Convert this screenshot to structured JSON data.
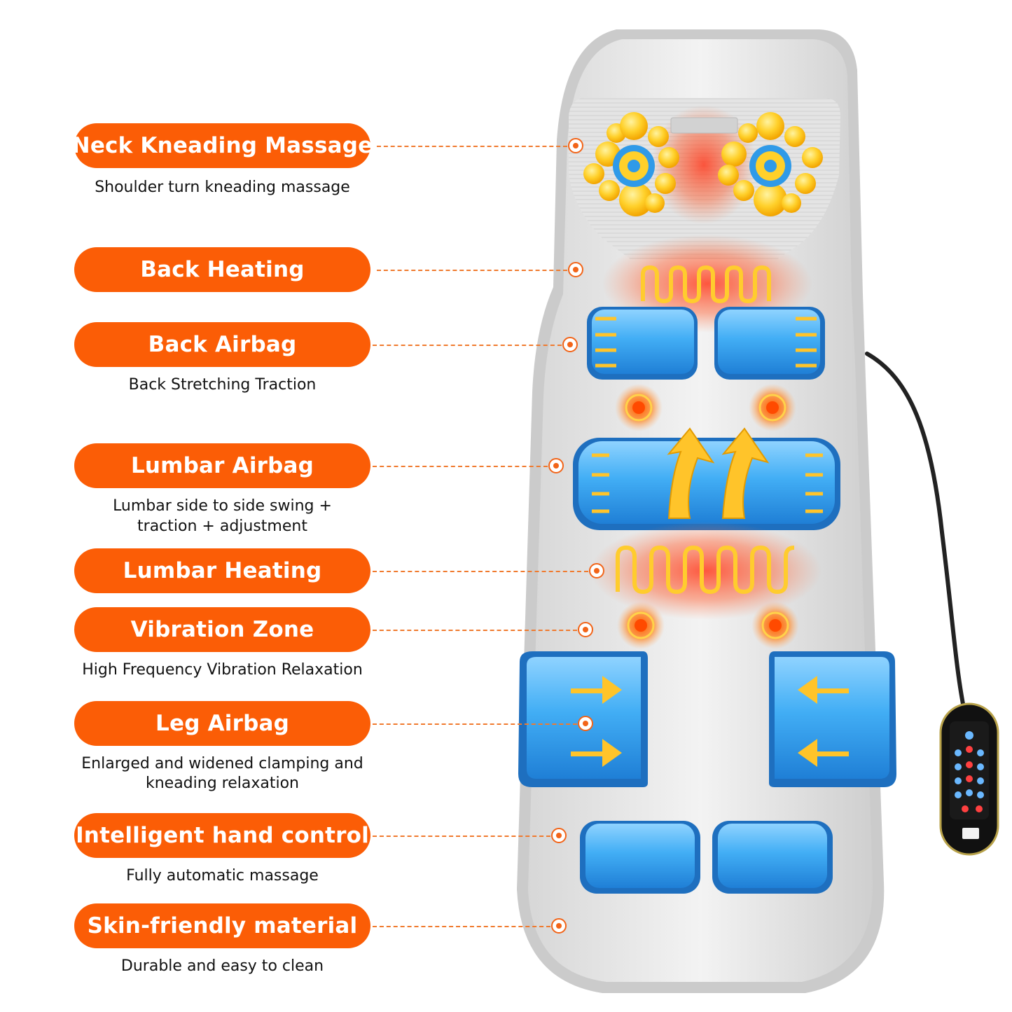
{
  "features": [
    {
      "title": "Neck Kneading Massage",
      "subtitle": [
        "Shoulder turn kneading massage"
      ],
      "icon": "target-icon"
    },
    {
      "title": "Back Heating",
      "subtitle": [],
      "icon": "target-icon"
    },
    {
      "title": "Back Airbag",
      "subtitle": [
        "Back Stretching Traction"
      ],
      "icon": "target-icon"
    },
    {
      "title": "Lumbar Airbag",
      "subtitle": [
        "Lumbar side to side swing +",
        "traction + adjustment"
      ],
      "icon": "target-icon"
    },
    {
      "title": "Lumbar Heating",
      "subtitle": [],
      "icon": "target-icon"
    },
    {
      "title": "Vibration Zone",
      "subtitle": [
        "High Frequency Vibration Relaxation"
      ],
      "icon": "target-icon"
    },
    {
      "title": "Leg Airbag",
      "subtitle": [
        "Enlarged and widened clamping and",
        "kneading relaxation"
      ],
      "icon": "target-icon"
    },
    {
      "title": "Intelligent hand control",
      "subtitle": [
        "Fully automatic massage"
      ],
      "icon": "target-icon"
    },
    {
      "title": "Skin-friendly material",
      "subtitle": [
        "Durable and easy to clean"
      ],
      "icon": "target-icon"
    }
  ],
  "colors": {
    "accent": "#fb5d06",
    "airbag": "#3aa6f0",
    "heat": "#ff4a1a",
    "node": "#ffd23a"
  }
}
